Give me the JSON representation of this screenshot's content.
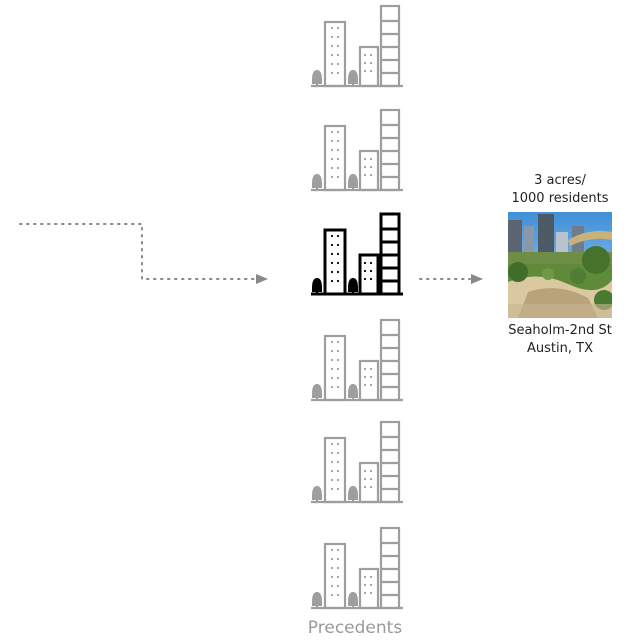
{
  "diagram": {
    "precedent_label": "Precedents",
    "result": {
      "stat_line1": "3 acres/",
      "stat_line2": "1000 residents",
      "location_line1": "Seaholm-2nd St",
      "location_line2": "Austin, TX"
    },
    "icons": [
      {
        "name": "city-icon-1",
        "state": "faded"
      },
      {
        "name": "city-icon-2",
        "state": "faded"
      },
      {
        "name": "city-icon-3",
        "state": "selected"
      },
      {
        "name": "city-icon-4",
        "state": "faded"
      },
      {
        "name": "city-icon-5",
        "state": "faded"
      },
      {
        "name": "city-icon-6",
        "state": "faded"
      }
    ],
    "colors": {
      "faded": "#9e9e9e",
      "selected": "#000000",
      "connector": "#888888"
    }
  }
}
